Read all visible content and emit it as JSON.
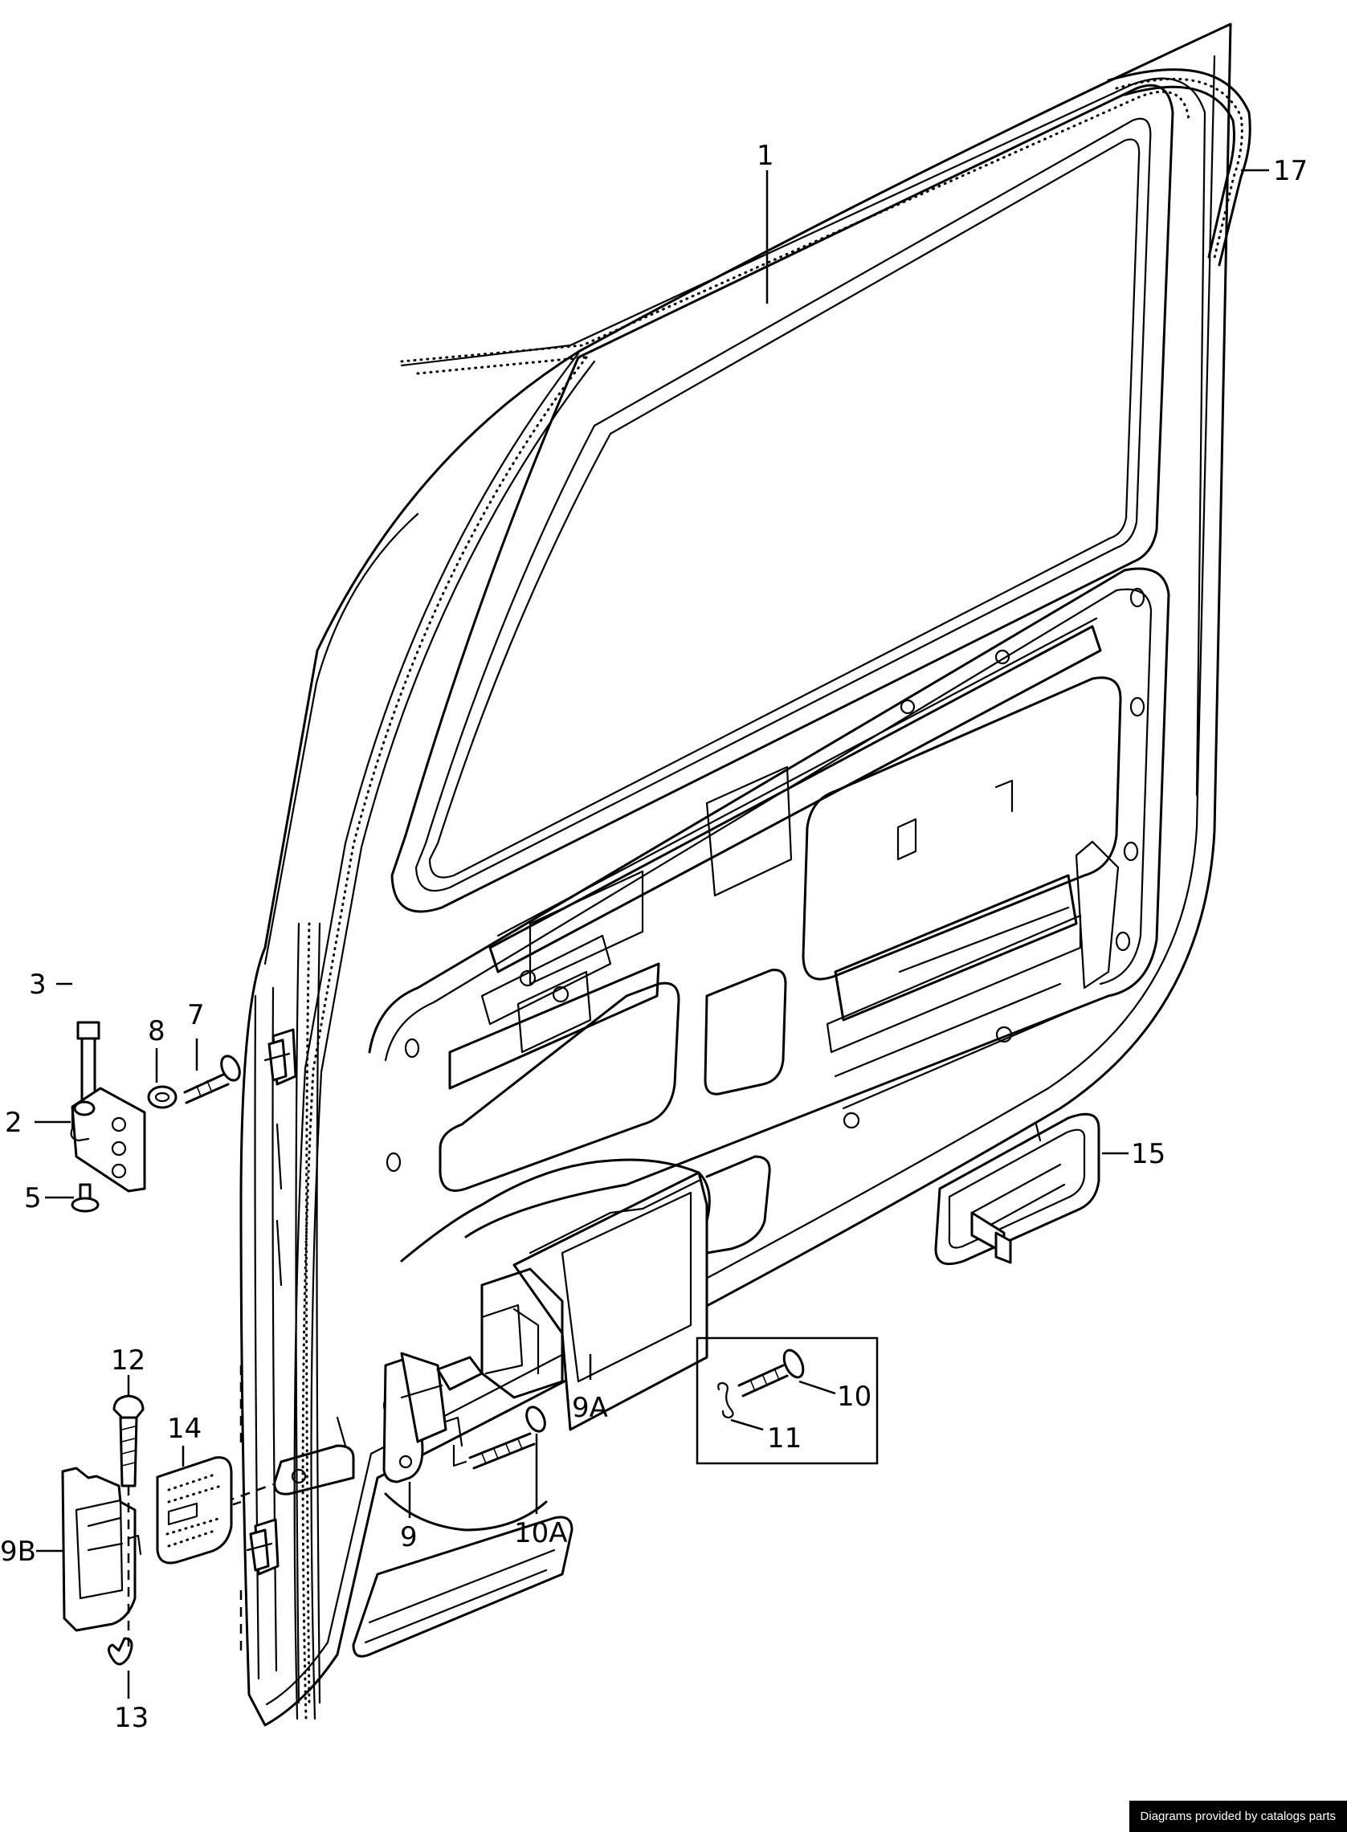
{
  "labels": {
    "part_1": "1",
    "part_2": "2",
    "part_3": "3",
    "part_5": "5",
    "part_7": "7",
    "part_8": "8",
    "part_9": "9",
    "part_9A": "9A",
    "part_9B": "9B",
    "part_10": "10",
    "part_10A": "10A",
    "part_11": "11",
    "part_12": "12",
    "part_13": "13",
    "part_14": "14",
    "part_15": "15",
    "part_17": "17"
  },
  "credit": "Diagrams provided by catalogs parts",
  "colors": {
    "ink": "#000000",
    "paper": "#ffffff"
  }
}
